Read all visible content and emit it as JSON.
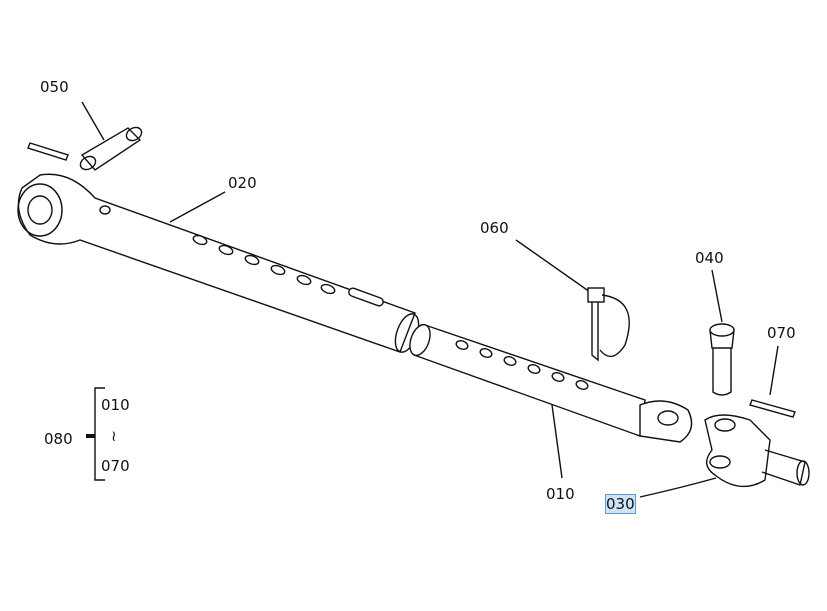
{
  "parts": {
    "p010": "010",
    "p020": "020",
    "p030": "030",
    "p040": "040",
    "p050": "050",
    "p060": "060",
    "p070": "070"
  },
  "group": {
    "label": "080",
    "from": "010",
    "range_symbol": "≀",
    "to": "070"
  },
  "selected_part": "030",
  "colors": {
    "highlight": "#cfe3f7",
    "line": "#111111"
  }
}
